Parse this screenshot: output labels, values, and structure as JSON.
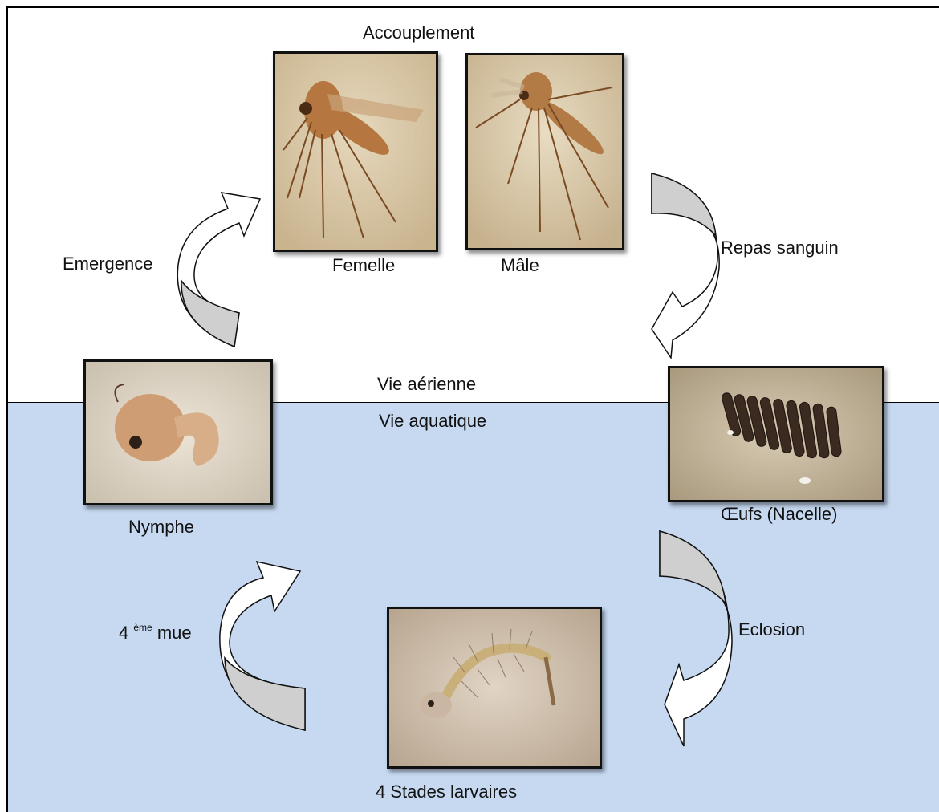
{
  "diagram": {
    "labels": {
      "mating": "Accouplement",
      "female": "Femelle",
      "male": "Mâle",
      "emergence": "Emergence",
      "blood_meal": "Repas  sanguin",
      "aerial_life": "Vie aérienne",
      "aquatic_life": "Vie aquatique",
      "pupa": "Nymphe",
      "eggs": "Œufs (Nacelle)",
      "hatching": "Eclosion",
      "molt_number": "4",
      "molt_ordinal": "ème",
      "molt_word": "mue",
      "larval_stages": "4 Stades larvaires"
    },
    "colors": {
      "water": "#c6d9f1",
      "air": "#ffffff",
      "arrow_gray": "#d0d0d0",
      "photo_bg": "#d9c9a7"
    }
  }
}
